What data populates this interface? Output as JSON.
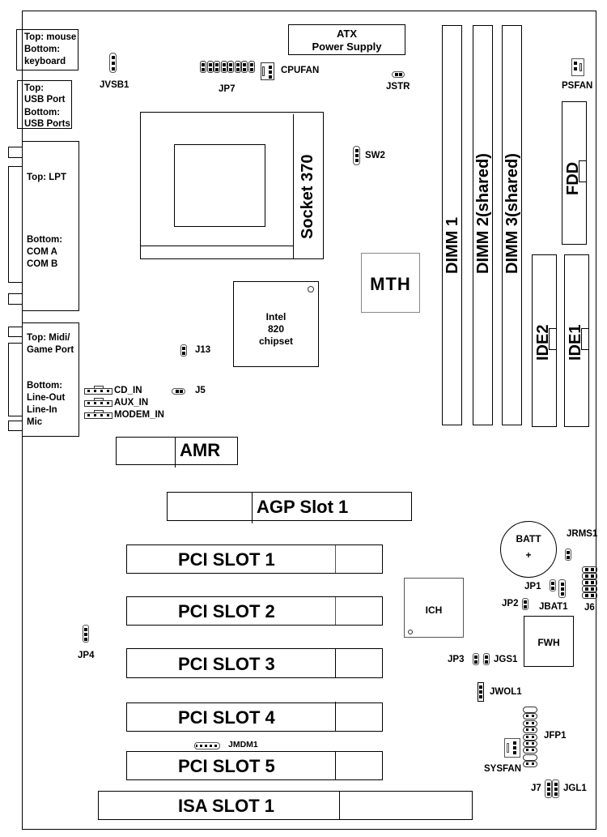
{
  "board": {
    "title": "Motherboard Layout",
    "back_panel": {
      "ps2": [
        "Top: mouse",
        "Bottom:",
        "keyboard"
      ],
      "usb": [
        "Top:",
        "USB Port",
        "Bottom:",
        "USB Ports"
      ],
      "parallel_serial": {
        "top": "Top: LPT",
        "bottom": [
          "Bottom:",
          "COM A",
          "COM B"
        ]
      },
      "audio": {
        "top": [
          "Top: Midi/",
          "Game Port"
        ],
        "bottom": [
          "Bottom:",
          "Line-Out",
          "Line-In",
          "Mic"
        ]
      }
    },
    "power": {
      "atx": [
        "ATX",
        "Power Supply"
      ]
    },
    "cpu": {
      "socket": "Socket 370"
    },
    "chips": {
      "northbridge": [
        "Intel",
        "820",
        "chipset"
      ],
      "mth": "MTH",
      "ich": "ICH",
      "fwh": "FWH",
      "battery": "BATT",
      "battery_polarity": "+"
    },
    "memory": [
      "DIMM 1",
      "DIMM 2(shared)",
      "DIMM 3(shared)"
    ],
    "drives": {
      "fdd": "FDD",
      "ide2": "IDE2",
      "ide1": "IDE1"
    },
    "slots": {
      "amr": "AMR",
      "agp": "AGP Slot 1",
      "pci": [
        "PCI SLOT 1",
        "PCI SLOT 2",
        "PCI SLOT 3",
        "PCI SLOT 4",
        "PCI SLOT 5"
      ],
      "isa": "ISA SLOT 1"
    },
    "connectors": {
      "jvsb1": "JVSB1",
      "jp7": "JP7",
      "cpufan": "CPUFAN",
      "jstr": "JSTR",
      "psfan": "PSFAN",
      "sw2": "SW2",
      "j13": "J13",
      "j5": "J5",
      "cd_in": "CD_IN",
      "aux_in": "AUX_IN",
      "modem_in": "MODEM_IN",
      "jrms1": "JRMS1",
      "jp1": "JP1",
      "jp2": "JP2",
      "jbat1": "JBAT1",
      "j6": "J6",
      "jp4": "JP4",
      "jp3": "JP3",
      "jgs1": "JGS1",
      "jwol1": "JWOL1",
      "jfp1": "JFP1",
      "sysfan": "SYSFAN",
      "jmdm1": "JMDM1",
      "j7": "J7",
      "jgl1": "JGL1"
    }
  }
}
